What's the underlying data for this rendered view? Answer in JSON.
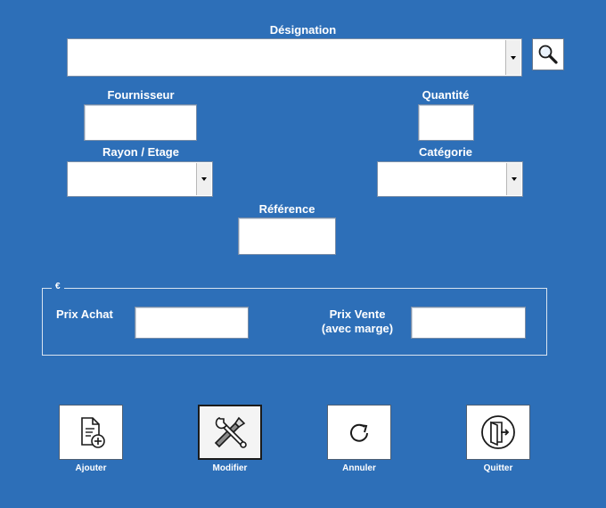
{
  "form": {
    "designation_label": "Désignation",
    "designation_value": "",
    "fournisseur_label": "Fournisseur",
    "fournisseur_value": "",
    "quantite_label": "Quantité",
    "quantite_value": "",
    "rayon_label": "Rayon / Etage",
    "rayon_value": "",
    "categorie_label": "Catégorie",
    "categorie_value": "",
    "reference_label": "Référence",
    "reference_value": ""
  },
  "prices": {
    "frame_legend": "€",
    "achat_label": "Prix Achat",
    "achat_value": "",
    "vente_label_line1": "Prix Vente",
    "vente_label_line2": "(avec marge)",
    "vente_value": ""
  },
  "actions": {
    "add_label": "Ajouter",
    "modify_label": "Modifier",
    "cancel_label": "Annuler",
    "quit_label": "Quitter"
  },
  "icons": {
    "search": "magnifier-icon",
    "add": "document-add-icon",
    "modify": "tools-icon",
    "cancel": "refresh-icon",
    "quit": "exit-door-icon"
  },
  "colors": {
    "background": "#2d6fb8",
    "field": "#ffffff",
    "label": "#ffffff"
  }
}
